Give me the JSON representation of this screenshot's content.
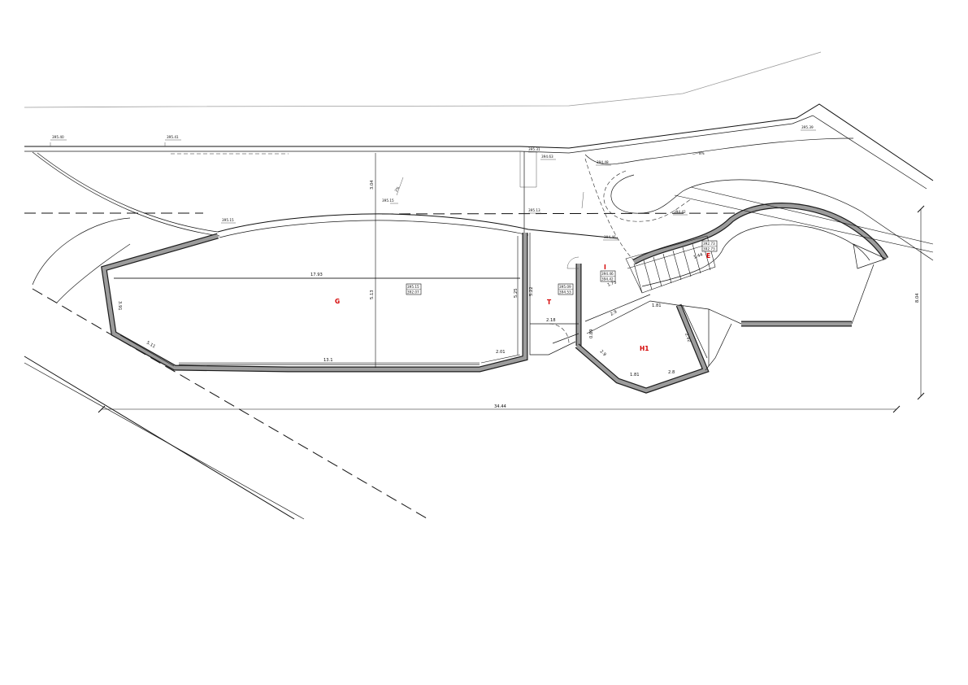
{
  "rooms": {
    "g": "G",
    "t": "T",
    "i": "I",
    "e": "E",
    "h1": "H1"
  },
  "levels": {
    "street_1": "395.40",
    "street_2": "395.41",
    "gate_top": "395.31",
    "gate_side": "394.63",
    "drive": "394.48",
    "path_right": "395.39",
    "wall_mid": "395.15",
    "wall_left": "395.15",
    "wall_notch": "395.13",
    "entry": "394.46",
    "ramp": "394.42",
    "room_g_a": "395.15",
    "room_g_b": "392.07",
    "room_t_a": "395.09",
    "room_t_b": "394.53",
    "room_i_a": "394.46",
    "room_i_b": "394.42",
    "stair_a": "392.73",
    "stair_b": "392.73"
  },
  "slopes": {
    "s1": "2%",
    "s2": "8%"
  },
  "dimensions": {
    "overall_width": "34.44",
    "overall_height": "8.04",
    "g_length": "17.93",
    "g_bottom": "13.1",
    "g_height": "5.13",
    "g_left": "3.91",
    "g_diag": "5.11",
    "g_corner": "2.01",
    "setback": "3.04",
    "t_height": "5.25",
    "t_inner": "5.22",
    "t_width": "2.18",
    "door": "0.89",
    "stair_run": "1.75",
    "stair_w": "1.44",
    "h1_a": "2.9",
    "h1_b": "1.81",
    "h1_c": "2.92",
    "h1_d": "2.8",
    "h1_e": "1.81",
    "h1_f": "2.9"
  },
  "colors": {
    "room_label": "#d40000",
    "wall_fill": "#9c9c9c",
    "wall_outline": "#1c1c1c",
    "line": "#111111"
  }
}
